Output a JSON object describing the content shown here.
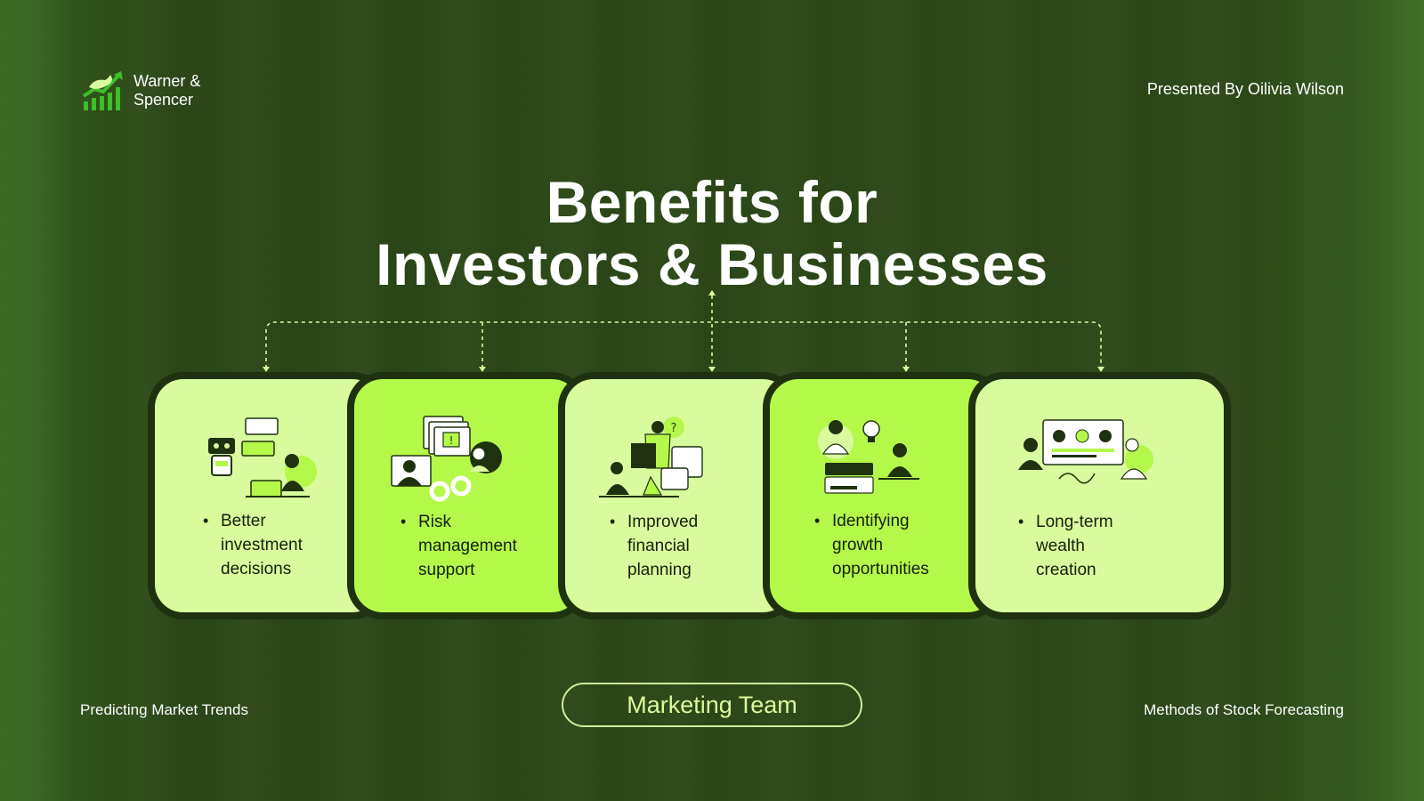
{
  "brand": {
    "name_line1": "Warner &",
    "name_line2": "Spencer",
    "accent": "#b4f84a",
    "background": "#2f4a19"
  },
  "header": {
    "presenter": "Presented By Oilivia Wilson"
  },
  "title": {
    "line1": "Benefits for",
    "line2": "Investors & Businesses"
  },
  "cards": [
    {
      "text_lines": [
        "Better",
        "investment",
        "decisions"
      ],
      "icon": "robot-laptop-illustration-icon",
      "fill": "#d8fb9d"
    },
    {
      "text_lines": [
        "Risk",
        "management",
        "support"
      ],
      "icon": "error-gears-illustration-icon",
      "fill": "#b4f84a"
    },
    {
      "text_lines": [
        "Improved",
        "financial",
        "planning"
      ],
      "icon": "puzzle-question-illustration-icon",
      "fill": "#d8fb9d"
    },
    {
      "text_lines": [
        "Identifying",
        "growth",
        "opportunities"
      ],
      "icon": "lightbulb-refresh-illustration-icon",
      "fill": "#b4f84a"
    },
    {
      "text_lines": [
        "Long-term",
        "wealth",
        "creation"
      ],
      "icon": "dashboard-charts-illustration-icon",
      "fill": "#d8fb9d"
    }
  ],
  "footer": {
    "left": "Predicting Market Trends",
    "center_button": "Marketing Team",
    "right": "Methods of Stock Forecasting"
  }
}
